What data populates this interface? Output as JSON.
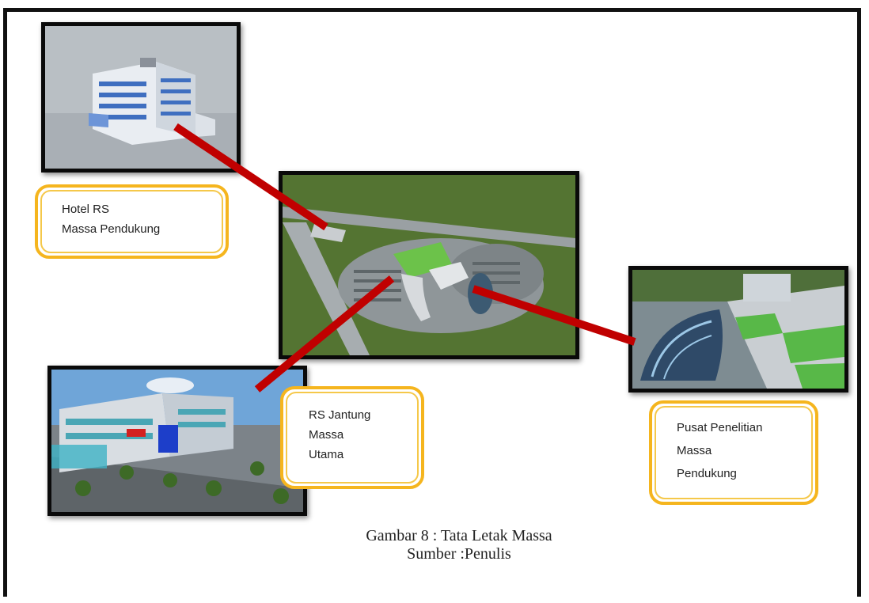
{
  "labels": {
    "hotel": {
      "line1": "Hotel RS",
      "line2": "Massa Pendukung"
    },
    "main": {
      "line1": "RS Jantung",
      "line2": "Massa",
      "line3": "Utama"
    },
    "research": {
      "line1": "Pusat Penelitian",
      "line2": "Massa",
      "line3": "Pendukung"
    }
  },
  "caption": {
    "line1": "Gambar 8 : Tata Letak Massa",
    "line2": "Sumber :Penulis"
  },
  "colors": {
    "connector": "#c00000",
    "label_border": "#f5b51e",
    "frame": "#111111"
  }
}
